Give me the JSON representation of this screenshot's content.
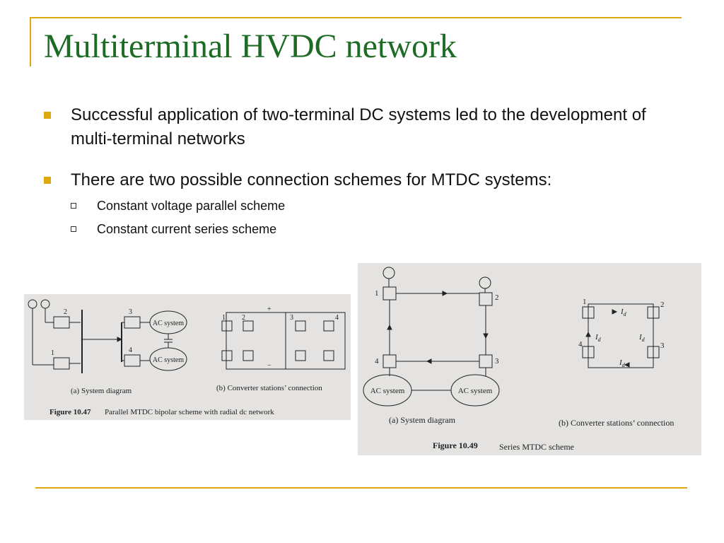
{
  "slide": {
    "title": "Multiterminal HVDC network",
    "bullets": [
      "Successful application of two-terminal DC systems led to the development of multi-terminal networks",
      "There are two possible connection schemes  for MTDC systems:"
    ],
    "sub_bullets": [
      "Constant voltage parallel scheme",
      "Constant current series scheme"
    ]
  },
  "figure_left": {
    "ac1": "AC system",
    "ac2": "AC system",
    "n2": "2",
    "n1": "1",
    "n3": "3",
    "n4": "4",
    "b1": "1",
    "b2": "2",
    "b3": "3",
    "b4": "4",
    "plus": "+",
    "minus": "−",
    "cap_a": "(a) System diagram",
    "cap_b": "(b) Converter stations’ connection",
    "figure_no": "Figure 10.47",
    "figure_title": "Parallel  MTDC  bipolar  scheme  with  radial  dc  network"
  },
  "figure_right": {
    "ac1": "AC system",
    "ac2": "AC system",
    "n1": "1",
    "n2": "2",
    "n3": "3",
    "n4": "4",
    "b1": "1",
    "b2": "2",
    "b3": "3",
    "b4": "4",
    "id": "I",
    "id_sub": "d",
    "cap_a": "(a) System diagram",
    "cap_b": "(b) Converter stations’ connection",
    "figure_no": "Figure 10.49",
    "figure_title": "Series  MTDC  scheme"
  },
  "colors": {
    "accent": "#e0a80f",
    "title": "#1e6b26",
    "text": "#111111",
    "figure_bg": "#e4e3e1"
  }
}
